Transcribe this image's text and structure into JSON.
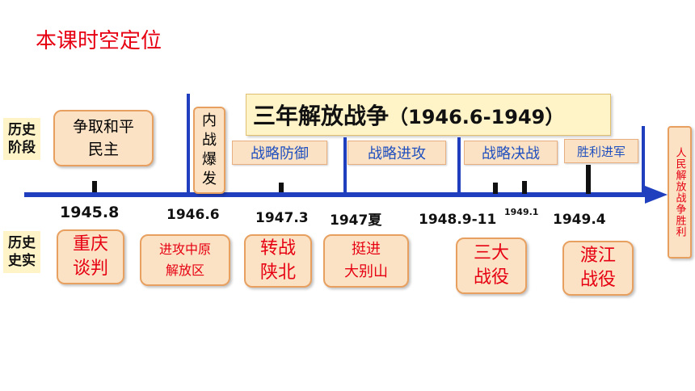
{
  "title": "本课时空定位",
  "labels": {
    "stage": "历史\n阶段",
    "facts": "历史\n史实"
  },
  "banner": {
    "main": "三年解放战争",
    "range": "（1946.6-1949）"
  },
  "stages": {
    "peace": "争取和平\n民主",
    "outbreak": "内\n战\n爆\n发",
    "defense": "战略防御",
    "offense": "战略进攻",
    "decisive": "战略决战",
    "advance": "胜利进军",
    "victory": "人民解放战争胜利"
  },
  "dates": [
    "1945.8",
    "1946.6",
    "1947.3",
    "1947夏",
    "1948.9-11",
    "1949.1",
    "1949.4"
  ],
  "facts": {
    "chongqing": "重庆\n谈判",
    "central_plains": "进攻中原\n解放区",
    "shaanbei": "转战\n陕北",
    "dabieshan": "挺进\n大别山",
    "three_campaigns": "三大\n战役",
    "yangtze": "渡江\n战役"
  },
  "colors": {
    "axis": "#1f3fbf",
    "fact_text": "#e60012",
    "phase_text": "#1f4fbf",
    "box_fill": "#fbe2c4",
    "title": "#e60012"
  }
}
